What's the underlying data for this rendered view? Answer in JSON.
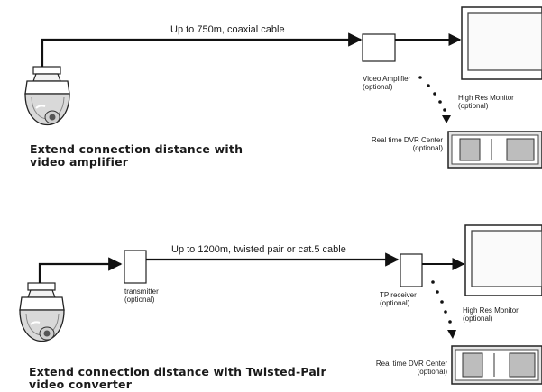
{
  "diagram1": {
    "cable_label": "Up to 750m, coaxial cable",
    "amplifier": {
      "line1": "Video Amplifier",
      "line2": "(optional)"
    },
    "monitor": {
      "line1": "High Res Monitor",
      "line2": "(optional)"
    },
    "dvr": {
      "line1": "Real time DVR Center",
      "line2": "(optional)"
    },
    "caption": {
      "line1": "Extend connection distance with",
      "line2": "video amplifier"
    }
  },
  "diagram2": {
    "cable_label": "Up to 1200m, twisted pair or cat.5 cable",
    "transmitter": {
      "line1": "transmitter",
      "line2": "(optional)"
    },
    "receiver": {
      "line1": "TP receiver",
      "line2": "(optional)"
    },
    "monitor": {
      "line1": "High Res Monitor",
      "line2": "(optional)"
    },
    "dvr": {
      "line1": "Real time DVR Center",
      "line2": "(optional)"
    },
    "caption": {
      "line1": "Extend connection distance with Twisted-Pair",
      "line2": "video converter"
    }
  },
  "icons": [
    "ptz-dome-camera-icon",
    "video-amplifier-icon",
    "crt-monitor-icon",
    "dvr-rack-icon",
    "transmitter-icon",
    "tp-receiver-icon"
  ]
}
